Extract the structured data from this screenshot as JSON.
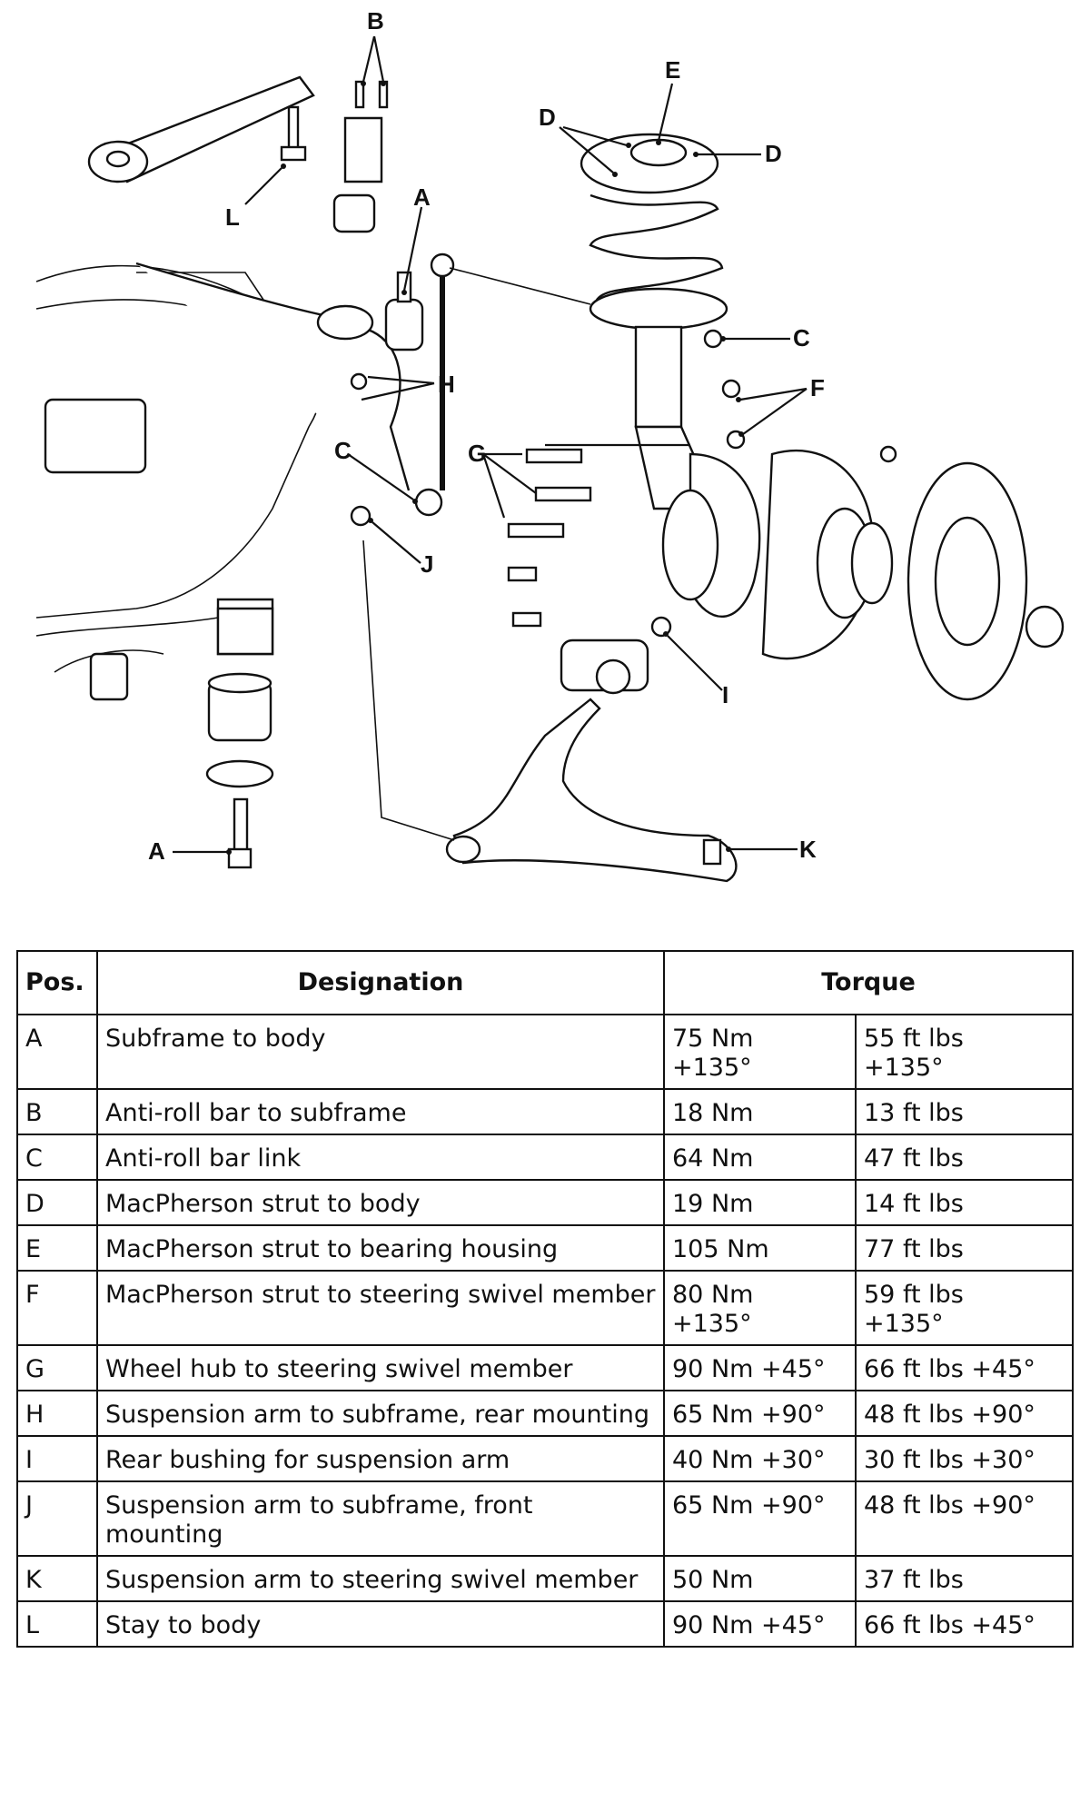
{
  "diagram": {
    "labels": {
      "a_top": "A",
      "a_bottom": "A",
      "b": "B",
      "c_left": "C",
      "c_right": "C",
      "d_left": "D",
      "d_right": "D",
      "e": "E",
      "f": "F",
      "g": "G",
      "h": "H",
      "i": "I",
      "j": "J",
      "k": "K",
      "l": "L"
    }
  },
  "table": {
    "headers": {
      "pos": "Pos.",
      "designation": "Designation",
      "torque": "Torque"
    },
    "rows": [
      {
        "pos": "A",
        "designation": "Subframe to body",
        "nm": "75 Nm\n+135°",
        "ftlbs": "55 ft lbs\n+135°"
      },
      {
        "pos": "B",
        "designation": "Anti-roll bar to subframe",
        "nm": "18 Nm",
        "ftlbs": "13 ft lbs"
      },
      {
        "pos": "C",
        "designation": "Anti-roll bar link",
        "nm": "64 Nm",
        "ftlbs": "47 ft lbs"
      },
      {
        "pos": "D",
        "designation": "MacPherson strut to body",
        "nm": "19 Nm",
        "ftlbs": "14 ft lbs"
      },
      {
        "pos": "E",
        "designation": "MacPherson strut to bearing housing",
        "nm": "105 Nm",
        "ftlbs": "77 ft lbs"
      },
      {
        "pos": "F",
        "designation": "MacPherson strut to steering swivel member",
        "nm": "80 Nm\n+135°",
        "ftlbs": "59 ft lbs\n+135°"
      },
      {
        "pos": "G",
        "designation": "Wheel hub to steering swivel member",
        "nm": "90 Nm +45°",
        "ftlbs": "66 ft lbs +45°"
      },
      {
        "pos": "H",
        "designation": "Suspension arm to subframe, rear mounting",
        "nm": "65 Nm +90°",
        "ftlbs": "48 ft lbs +90°"
      },
      {
        "pos": "I",
        "designation": "Rear bushing for suspension arm",
        "nm": "40 Nm +30°",
        "ftlbs": "30 ft lbs +30°"
      },
      {
        "pos": "J",
        "designation": "Suspension arm to subframe, front mounting",
        "nm": "65 Nm +90°",
        "ftlbs": "48 ft lbs +90°"
      },
      {
        "pos": "K",
        "designation": "Suspension arm to steering swivel member",
        "nm": "50 Nm",
        "ftlbs": "37 ft lbs"
      },
      {
        "pos": "L",
        "designation": "Stay to body",
        "nm": "90 Nm +45°",
        "ftlbs": "66 ft lbs +45°"
      }
    ]
  }
}
